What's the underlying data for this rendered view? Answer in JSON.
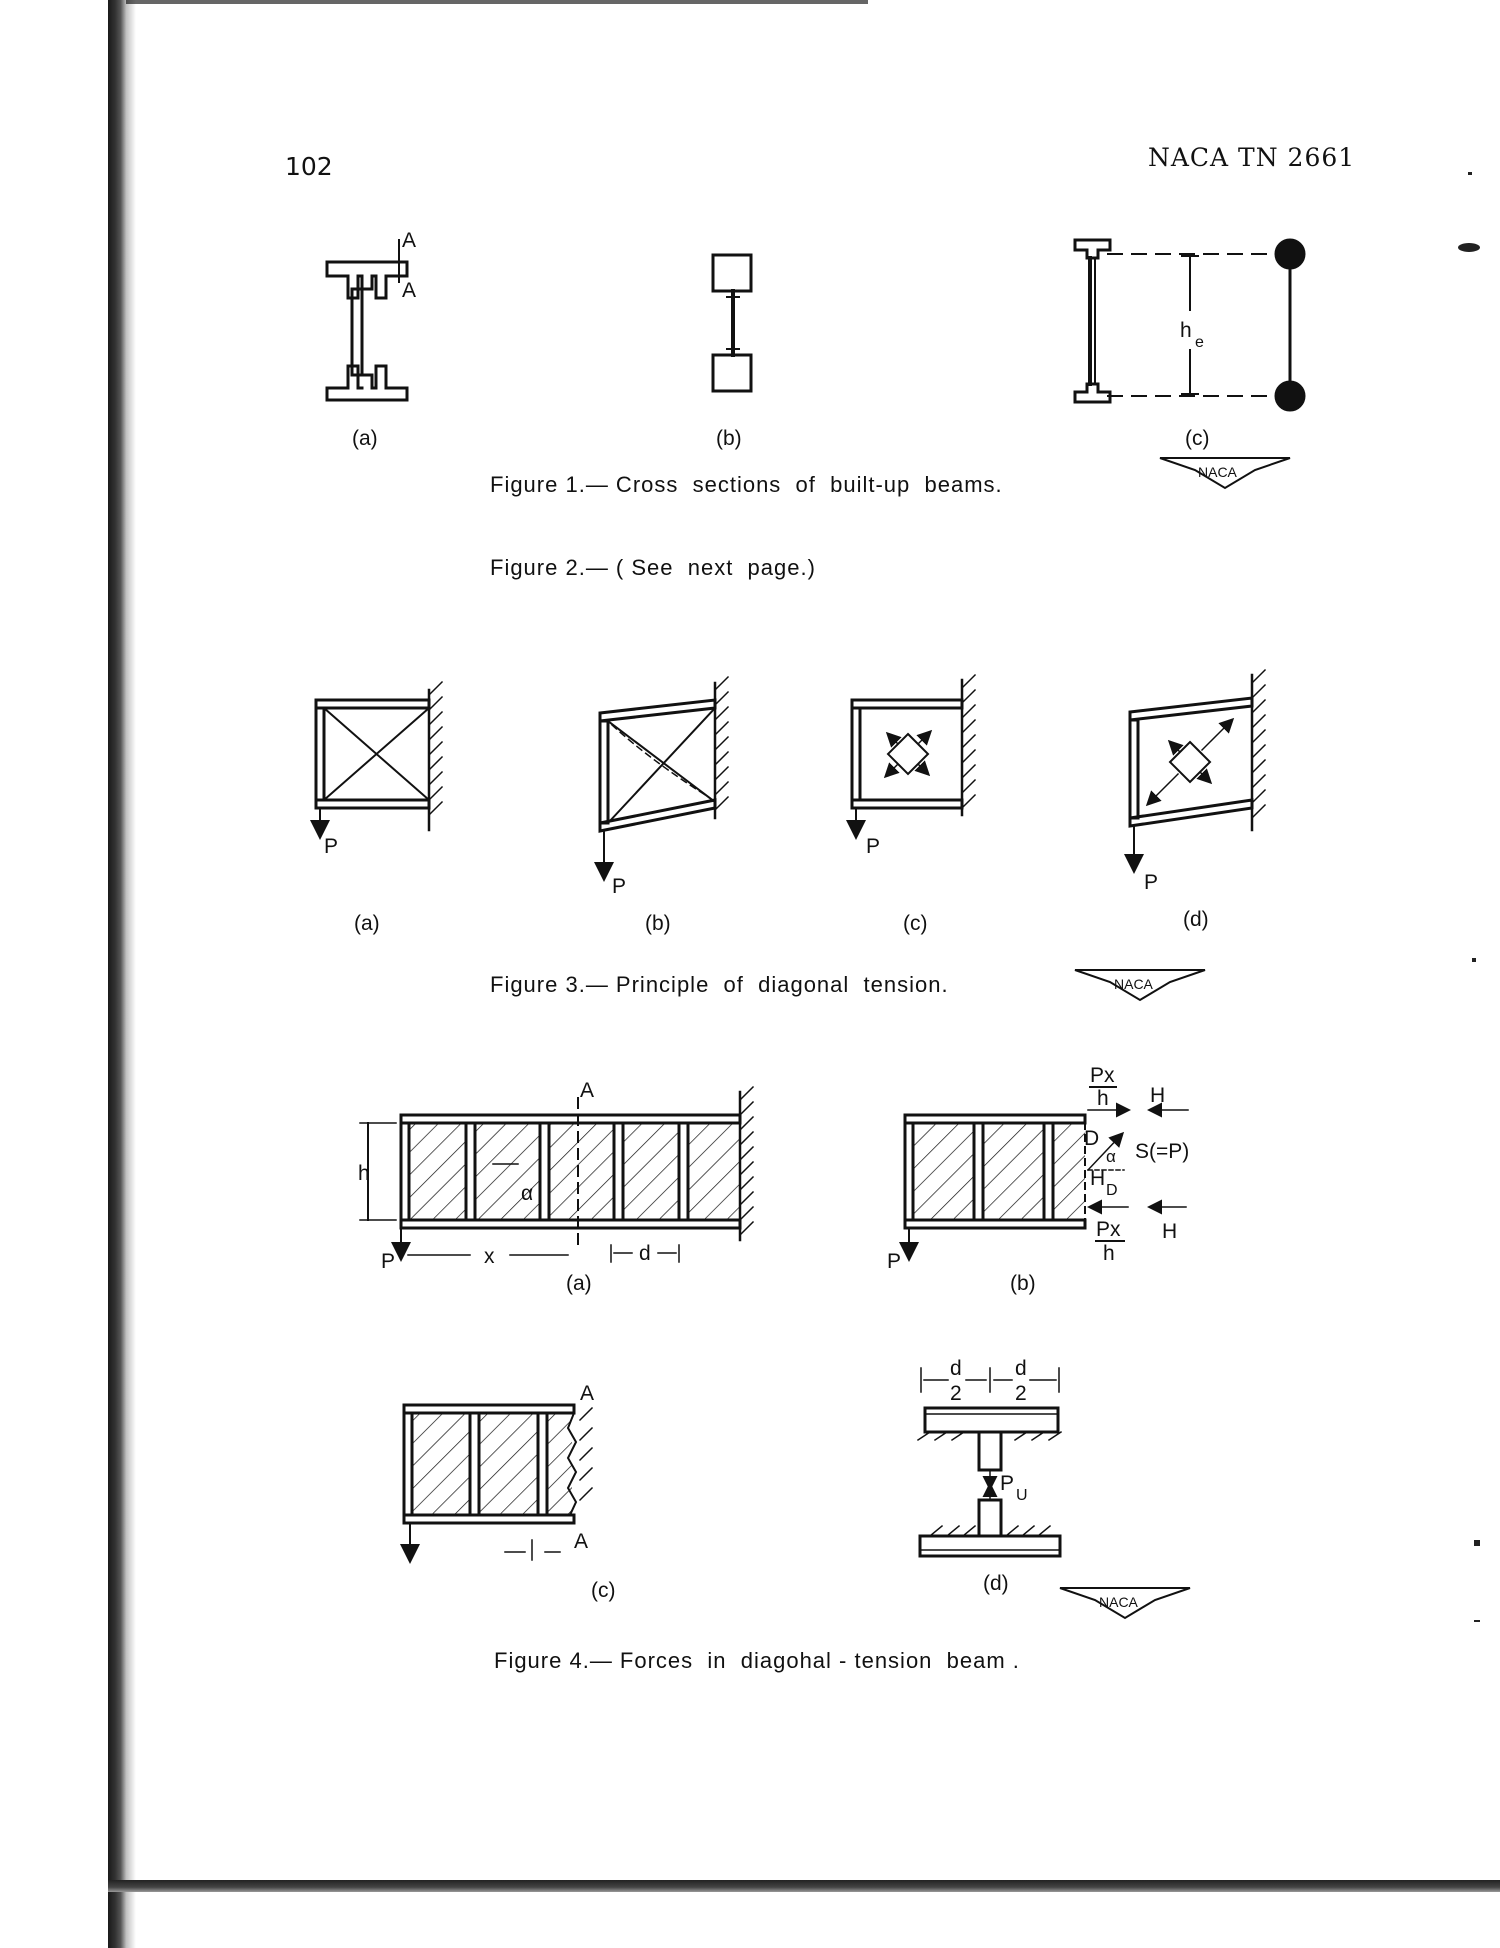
{
  "page_number": "102",
  "series_id": "NACA TN 2661",
  "figure1": {
    "caption": "Figure 1.— Cross  sections  of  built-up  beams.",
    "labels": {
      "a": "(a)",
      "b": "(b)",
      "c": "(c)",
      "section_a": "A",
      "he": "h",
      "he_sub": "e"
    }
  },
  "figure2": {
    "caption": "Figure 2.— ( See  next  page.)"
  },
  "figure3": {
    "caption": "Figure 3.— Principle  of  diagonal  tension.",
    "labels": {
      "a": "(a)",
      "b": "(b)",
      "c": "(c)",
      "d": "(d)",
      "load": "P"
    }
  },
  "figure4": {
    "caption": "Figure 4.— Forces  in  diagohal - tension  beam .",
    "labels": {
      "a": "(a)",
      "b": "(b)",
      "c": "(c)",
      "d": "(d)",
      "section": "A",
      "height": "h",
      "x": "x",
      "spacing": "d",
      "alpha": "α",
      "load": "P",
      "px": "Px",
      "h_den": "h",
      "H": "H",
      "D": "D",
      "S": "S(=P)",
      "HD": "H",
      "HD_sub": "D",
      "half": "d",
      "two": "2",
      "Pu": "P",
      "Pu_sub": "U"
    }
  },
  "logo_text": "NACA",
  "colors": {
    "ink": "#111111",
    "paper": "#ffffff"
  }
}
